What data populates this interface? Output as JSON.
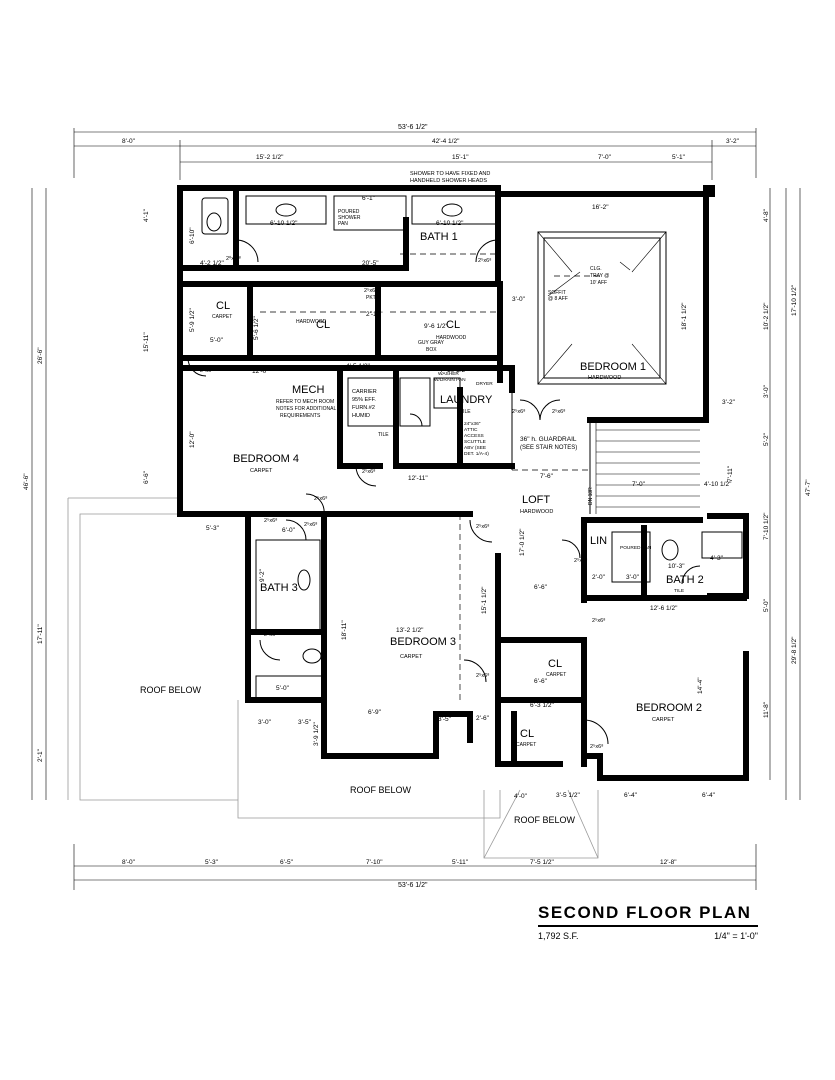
{
  "rooms": {
    "bath1": "BATH 1",
    "bedroom1": "BEDROOM 1",
    "bedroom1_floor": "HARDWOOD",
    "bedroom4": "BEDROOM 4",
    "bedroom4_floor": "CARPET",
    "mech": "MECH",
    "laundry": "LAUNDRY",
    "laundry_floor": "TILE",
    "loft": "LOFT",
    "loft_floor": "HARDWOOD",
    "bath3": "BATH 3",
    "bedroom3": "BEDROOM 3",
    "bedroom3_floor": "CARPET",
    "bath2": "BATH 2",
    "bedroom2": "BEDROOM 2",
    "bedroom2_floor": "CARPET",
    "lin": "LIN",
    "cl1": "CL",
    "cl1_floor": "CARPET",
    "cl2": "CL",
    "cl2_floor": "HARDWOOD",
    "cl3": "CL",
    "cl3_floor": "HARDWOOD",
    "cl4": "CL",
    "cl4_floor": "CARPET",
    "cl5": "CL",
    "cl5_floor": "CARPET",
    "roof_below_1": "ROOF BELOW",
    "roof_below_2": "ROOF BELOW",
    "roof_below_3": "ROOF BELOW"
  },
  "notes": {
    "shower": "SHOWER TO HAVE FIXED AND",
    "shower2": "HANDHELD SHOWER HEADS",
    "poured_pan": "POURED",
    "poured_pan2": "SHOWER",
    "poured_pan3": "PAN",
    "soffit": "SOFFIT",
    "soffit2": "@ 8 AFF",
    "clg": "CLG.",
    "clg2": "TRAY @",
    "clg3": "10' AFF",
    "carrier": "CARRIER",
    "carrier2": "95% EFF.",
    "carrier3": "FURN.#2",
    "carrier4": "HUMID",
    "mech_note": "REFER TO MECH ROOM",
    "mech_note2": "NOTES FOR ADDITIONAL",
    "mech_note3": "REQUIREMENTS",
    "guardrail": "36\" h. GUARDRAIL",
    "guardrail2": "(SEE STAIR NOTES)",
    "attic": "24\"x36\"",
    "attic2": "ATTIC",
    "attic3": "ACCESS",
    "attic4": "SCUTTLE",
    "attic5": "ABV (SEE",
    "attic6": "DET. 1/A-4)",
    "washer": "WASHER",
    "washer2": "W/DRAIN PAN",
    "dryer": "DRYER",
    "pkt": "PKT.",
    "guy": "GUY GRAY",
    "guy2": "BOX",
    "dn": "DN 18R",
    "poured2": "POURED PAN",
    "tile": "TILE",
    "hardwood_cl": "HARDWOOD"
  },
  "dims": {
    "top_total": "53'-6 1/2\"",
    "top_a": "8'-0\"",
    "top_b": "42'-4 1/2\"",
    "top_c": "3'-2\"",
    "top_d": "15'-2 1/2\"",
    "top_e": "15'-1\"",
    "top_f": "7'-0\"",
    "top_g": "5'-1\"",
    "bot_total": "53'-6 1/2\"",
    "bot_a": "8'-0\"",
    "bot_b": "5'-3\"",
    "bot_c": "6'-5\"",
    "bot_d": "7'-10\"",
    "bot_e": "5'-11\"",
    "bot_f": "7'-5 1/2\"",
    "bot_g": "12'-8\"",
    "left_a": "26'-6\"",
    "left_b": "46'-6\"",
    "left_c": "17'-11\"",
    "left_d": "2'-1\"",
    "left_e": "4'-1\"",
    "left_f": "15'-11\"",
    "left_g": "6'-6\"",
    "right_a": "47'-7\"",
    "right_b": "17'-10 1/2\"",
    "right_c": "29'-8 1/2\"",
    "right_d": "4'-8\"",
    "right_e": "10'-2 1/2\"",
    "right_f": "3'-0\"",
    "right_g": "5'-2\"",
    "right_h": "7'-11\"",
    "right_i": "7'-10 1/2\"",
    "right_j": "5'-0\"",
    "right_k": "11'-8\"",
    "i_6101": "6'-10 1/2\"",
    "i_6102": "6'-10 1/2\"",
    "i_611": "6'-1\"",
    "i_162": "16'-2\"",
    "i_205": "20'-5\"",
    "i_4212": "4'-2 1/2\"",
    "i_610": "6'-10\"",
    "i_50": "5'-0\"",
    "i_5912": "5'-9 1/2\"",
    "i_5612": "5'-6 1/2\"",
    "i_210": "2'-10\"",
    "i_9612": "9'-6 1/2\"",
    "i_30": "3'-0\"",
    "i_1812": "18'-1 1/2\"",
    "i_120": "12'-0\"",
    "i_4512": "4'-5 1/2\"",
    "i_71012": "7'-10 1/2\"",
    "i_32": "3'-2\"",
    "i_1211": "12'-11\"",
    "i_76": "7'-6\"",
    "i_70": "7'-0\"",
    "i_41012": "4'-10 1/2\"",
    "i_53": "5'-3\"",
    "i_60": "6'-0\"",
    "i_1321": "13'-2 1/2\"",
    "i_1811": "18'-11\"",
    "i_15112": "15'-1 1/2\"",
    "i_1701": "17'-0 1/2\"",
    "i_66": "6'-6\"",
    "i_1261": "12'-6 1/2\"",
    "i_103": "10'-3\"",
    "i_43": "4'-3\"",
    "i_20": "2'-0\"",
    "i_30b": "3'-0\"",
    "i_144": "14'-4\"",
    "i_66b": "6'-6\"",
    "i_6312": "6'-3 1/2\"",
    "i_69": "6'-9\"",
    "i_35": "3'-5\"",
    "i_26": "2'-6\"",
    "i_30c": "3'-0\"",
    "i_351": "3'-5\"",
    "i_50b": "5'-0\"",
    "i_92": "9'-2\"",
    "i_3912": "3'-9 1/2\"",
    "i_40": "4'-0\"",
    "i_3512": "3'-5 1/2\"",
    "i_64": "6'-4\"",
    "i_64b": "6'-4\"",
    "i_120b": "12'-0\""
  },
  "doors": {
    "d1": "2⁰x 6⁸",
    "d2": "2⁵x6⁸",
    "d3": "2⁵x6⁸",
    "d4": "2⁵x6⁸",
    "d5": "2⁵x6⁸",
    "d6": "2⁵x6⁸",
    "d7": "2⁵x6⁸",
    "d8": "2⁵x6⁸",
    "d9": "2⁵x6⁸",
    "d10": "2⁵x6⁸",
    "d11": "2⁵x6⁸",
    "d12": "2⁵x6⁸",
    "d13": "2⁵x6⁸",
    "d14": "2⁵x6⁸",
    "d15": "2⁵x6⁸",
    "d16": "2⁵x6⁸"
  },
  "title_block": {
    "title": "SECOND FLOOR PLAN",
    "area": "1,792 S.F.",
    "scale": "1/4\" = 1'-0\""
  }
}
